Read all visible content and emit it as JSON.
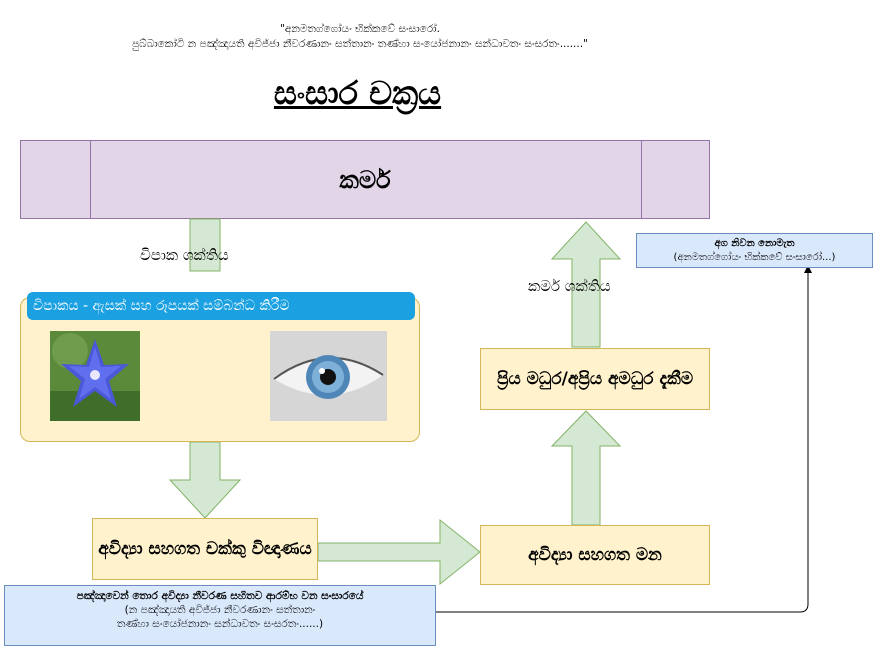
{
  "quote": {
    "line1": "\"අනමතග්ගෝයං භික්කවේ සංසාරෝ.",
    "line2": "පුබ්බාකෝටි න පඤ්ඤායති අවිජ්ජා නීවරණානං සත්තානං තණ්හා සංයෝජනානං සන්ධාවතං සංසරතං.......\""
  },
  "title": "සංසාර චක්‍රය",
  "karma": "කර්ම",
  "vipaka_force": "විපාක ශක්තිය",
  "karma_force": "කර්ම ශක්තිය",
  "vipaka_header": "විපාකය - ඇසක් සහ රූපයක් සම්බන්ධ කිරීම",
  "eye_consciousness": "අවිද්‍යා සහගත චක්කු විඥාණය",
  "mind": "අවිද්‍යා සහගත මන",
  "feeling": "ප්‍රිය මධුර/අප්‍රිය අමධුර දැකීම",
  "note_right": {
    "line1": "අග නිවන නොමැත",
    "line2": "(අනමතග්ගෝයං භික්කවේ සංසාරෝ...)"
  },
  "note_left": {
    "line1": "පඤ්ඤාවෙන් තොර අවිද්‍යා නීවරණ සහිතව ආරම්භ වන සංසාරයේ",
    "line2": "(න පඤ්ඤායති අවිජ්ජා නීවරණානං සත්තානං",
    "line3": "තණ්හා සංයෝජනානං සන්ධාවතං සංසරතං......)"
  },
  "colors": {
    "karma_fill": "#e1d5e7",
    "box_fill": "#fff2cc",
    "arrow_fill": "#d5e8d4",
    "header_fill": "#1ba1e2",
    "note_fill": "#dae8fc"
  },
  "icons": [
    "blue-flower-photo",
    "eye-photo"
  ]
}
